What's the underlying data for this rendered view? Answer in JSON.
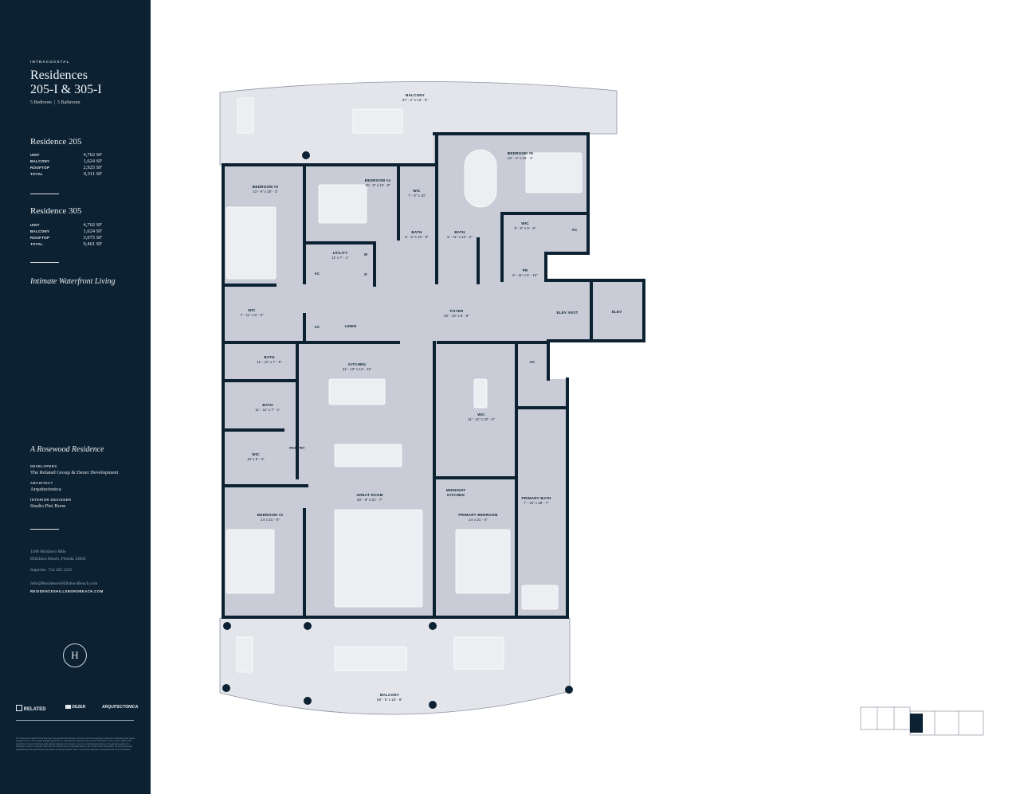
{
  "sidebar": {
    "eyebrow": "INTRACOASTAL",
    "title_line1": "Residences",
    "title_line2": "205-I & 305-I",
    "summary": "5 Bedroom  |  5 Bathroom",
    "residences": [
      {
        "name": "Residence 205",
        "stats": [
          {
            "label": "UNIT",
            "value": "4,762 SF"
          },
          {
            "label": "BALCONY",
            "value": "1,624 SF"
          },
          {
            "label": "ROOFTOP",
            "value": "2,925 SF"
          },
          {
            "label": "TOTAL",
            "value": "9,311 SF"
          }
        ]
      },
      {
        "name": "Residence 305",
        "stats": [
          {
            "label": "UNIT",
            "value": "4,762 SF"
          },
          {
            "label": "BALCONY",
            "value": "1,624 SF"
          },
          {
            "label": "ROOFTOP",
            "value": "3,075 SF"
          },
          {
            "label": "TOTAL",
            "value": "9,461 SF"
          }
        ]
      }
    ],
    "tagline": "Intimate Waterfront Living",
    "brand_tagline": "A Rosewood Residence",
    "credits": [
      {
        "label": "DEVELOPERS",
        "value": "The Related Group & Dezer Development"
      },
      {
        "label": "ARCHITECT",
        "value": "Arquitectonica"
      },
      {
        "label": "INTERIOR DESIGNER",
        "value": "Studio Piet Boon"
      }
    ],
    "address_line1": "1180 Hillsboro Mile",
    "address_line2": "Hillsboro Beach, Florida 33062",
    "inquiries": "Inquiries  754 202 1225",
    "email": "Info@ResidencesHillsboroBeach.com",
    "website": "RESIDENCESHILLSBOROBEACH.COM",
    "emblem": "H",
    "logos": [
      "RELATED",
      "DEZER",
      "ARQUITECTONICA"
    ],
    "disclaimer": "The dimensions stated for the floor plan are approximate because there are various recognized methods for calculating the square footage of a unit. The square footage stated here is calculated by measuring the exterior boundaries of the exterior walls to the centerline of interior demising walls without deduction for columns, curves, or architectural features. The method used by the developer results in a greater area than the method used to calculate areas in the condominium declaration. All dimensions and specifications are approximate and subject to change without notice. Consult the developer's prospectus for more information."
  },
  "floorplan": {
    "rooms": [
      {
        "name": "BALCONY",
        "dims": "67' - 2\" x 13' - 9\""
      },
      {
        "name": "BEDROOM #3",
        "dims": "13' - 9\" x 20' - 2\""
      },
      {
        "name": "BEDROOM #4",
        "dims": "15' - 5\" x 12' - 8\""
      },
      {
        "name": "WIC",
        "dims": "7' - 5\" x 10'"
      },
      {
        "name": "BATH",
        "dims": "6' - 2\" x 10' - 9\""
      },
      {
        "name": "BATH",
        "dims": "5' - 11\" x 12' - 2\""
      },
      {
        "name": "BEDROOM #5",
        "dims": "22' - 4\" x 13' - 1\""
      },
      {
        "name": "WIC",
        "dims": "9' - 8\" x 5' - 6\""
      },
      {
        "name": "AC",
        "dims": ""
      },
      {
        "name": "UTILITY",
        "dims": "11' x 7' - 1\""
      },
      {
        "name": "W",
        "dims": ""
      },
      {
        "name": "D",
        "dims": ""
      },
      {
        "name": "AC",
        "dims": ""
      },
      {
        "name": "PR",
        "dims": "6' - 11\" x 5' - 10\""
      },
      {
        "name": "FOYER",
        "dims": "28' - 10\" x 8' - 9\""
      },
      {
        "name": "ELEV VEST",
        "dims": ""
      },
      {
        "name": "ELEV",
        "dims": ""
      },
      {
        "name": "WIC",
        "dims": "7' - 11\" x 8' - 9\""
      },
      {
        "name": "AC",
        "dims": ""
      },
      {
        "name": "LINEN",
        "dims": ""
      },
      {
        "name": "BATH",
        "dims": "11' - 11\" x 7' - 5\""
      },
      {
        "name": "KITCHEN",
        "dims": "24' - 10\" x 14' - 11\""
      },
      {
        "name": "AC",
        "dims": ""
      },
      {
        "name": "BATH",
        "dims": "11' - 11\" x 7' - 1\""
      },
      {
        "name": "WIC",
        "dims": "11' - 11\" x 22' - 6\""
      },
      {
        "name": "PANTRY",
        "dims": ""
      },
      {
        "name": "WIC",
        "dims": "10' x 9' - 4\""
      },
      {
        "name": "GREAT ROOM",
        "dims": "20' - 9\" x 31' - 7\""
      },
      {
        "name": "MIDNIGHT",
        "dims": "KITCHEN"
      },
      {
        "name": "PRIMARY BATH",
        "dims": "7' - 10\" x 39' - 7\""
      },
      {
        "name": "BEDROOM #2",
        "dims": "14' x 21' - 5\""
      },
      {
        "name": "PRIMARY BEDROOM",
        "dims": "14' x 21' - 5\""
      },
      {
        "name": "BALCONY",
        "dims": "58' - 5\" x 15' - 8\""
      }
    ]
  },
  "colors": {
    "sidebar_bg": "#0c2233",
    "wall": "#0c2233",
    "room_fill": "#c9ccd6",
    "balcony_fill": "#e4e5ea",
    "keyplan_highlight": "#0c2233"
  }
}
